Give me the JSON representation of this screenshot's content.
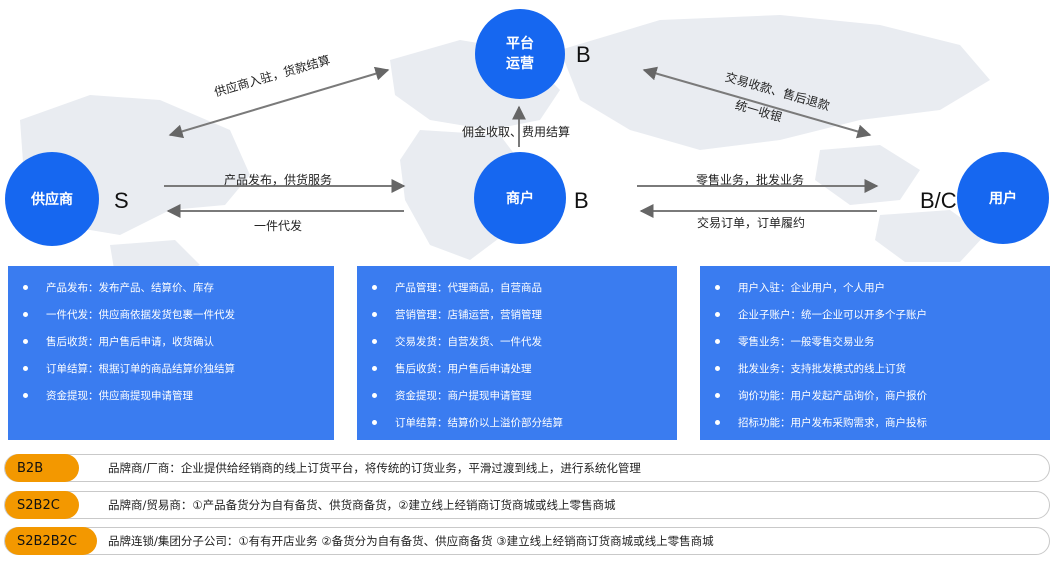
{
  "colors": {
    "node_blue": "#1667f0",
    "panel_blue": "#3a7cf0",
    "tag_orange": "#f39800",
    "map_gray": "#e6e9ee"
  },
  "nodes": {
    "platform": {
      "label": "平台运营",
      "role": "B"
    },
    "supplier": {
      "label": "供应商",
      "role": "S"
    },
    "merchant": {
      "label": "商户",
      "role": "B"
    },
    "user": {
      "label": "用户",
      "role": "B/C"
    }
  },
  "edges": {
    "supplier_platform": "供应商入驻，货款结算",
    "platform_user_1": "交易收款、售后退款",
    "platform_user_2": "统一收银",
    "merchant_platform": "佣金收取、费用结算",
    "supplier_merchant": "产品发布，供货服务",
    "merchant_supplier": "一件代发",
    "merchant_user": "零售业务，批发业务",
    "user_merchant": "交易订单，订单履约"
  },
  "panels": {
    "supplier": [
      "产品发布：发布产品、结算价、库存",
      "一件代发：供应商依据发货包裹一件代发",
      "售后收货：用户售后申请，收货确认",
      "订单结算：根据订单的商品结算价独结算",
      "资金提现：供应商提现申请管理"
    ],
    "merchant": [
      "产品管理：代理商品，自营商品",
      "营销管理：店铺运营，营销管理",
      "交易发货：自营发货、一件代发",
      "售后收货：用户售后申请处理",
      "资金提现：商户提现申请管理",
      "订单结算：结算价以上溢价部分结算"
    ],
    "user": [
      "用户入驻：企业用户，个人用户",
      "企业子账户：统一企业可以开多个子账户",
      "零售业务：一般零售交易业务",
      "批发业务：支持批发模式的线上订货",
      "询价功能：用户发起产品询价，商户报价",
      "招标功能：用户发布采购需求，商户投标"
    ]
  },
  "models": [
    {
      "tag": "B2B",
      "desc": "品牌商/厂商：企业提供给经销商的线上订货平台，将传统的订货业务，平滑过渡到线上，进行系统化管理"
    },
    {
      "tag": "S2B2C",
      "desc": "品牌商/贸易商：①产品备货分为自有备货、供货商备货，②建立线上经销商订货商城或线上零售商城"
    },
    {
      "tag": "S2B2B2C",
      "desc": "品牌连锁/集团分子公司：①有有开店业务 ②备货分为自有备货、供应商备货 ③建立线上经销商订货商城或线上零售商城"
    }
  ]
}
